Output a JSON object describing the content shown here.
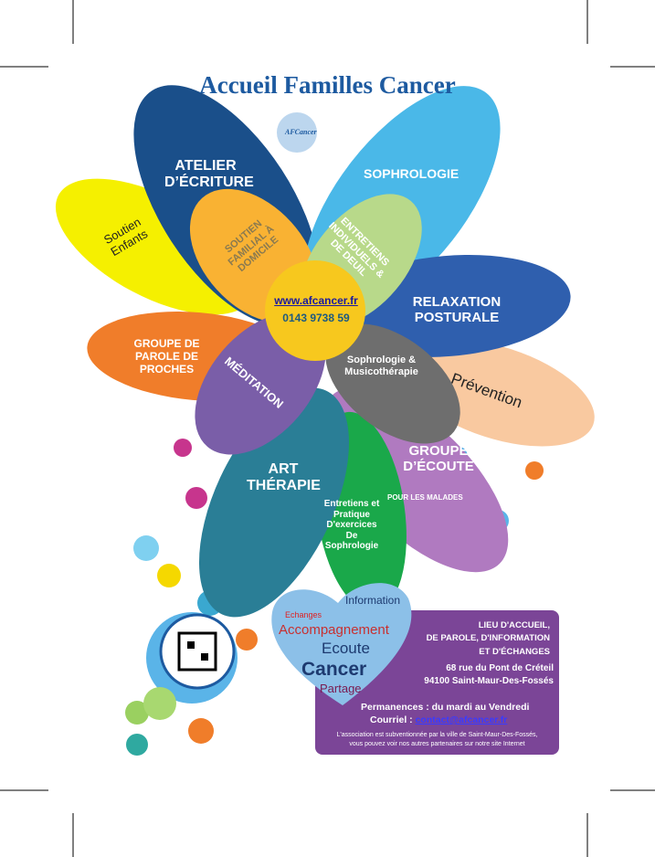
{
  "title": "Accueil Familles Cancer",
  "logo_text": "AFCancer",
  "petals": {
    "atelier": "ATELIER D’ÉCRITURE",
    "sophrologie": "SOPHROLOGIE",
    "relaxation": "RELAXATION POSTURALE",
    "prevention": "Prévention",
    "groupe_ecoute": "GROUPE D’ÉCOUTE",
    "groupe_ecoute_sub": "POUR LES MALADES",
    "entretiens_pratique": "Entretiens et Pratique D'exercices De Sophrologie",
    "art": "ART THÉRAPIE",
    "groupe_parole": "GROUPE DE PAROLE DE PROCHES",
    "enfants": "Soutien Enfants",
    "familial": "SOUTIEN FAMILIAL À DOMICILE",
    "individuels": "ENTRETIENS INDIVIDUELS & DE DEUIL",
    "meditation": "MÉDITATION",
    "musico": "Sophrologie & Musicothérapie"
  },
  "center": {
    "url": "www.afcancer.fr",
    "phone": "0143 9738 59"
  },
  "heart": {
    "w1": "Echanges",
    "w2": "Information",
    "w3": "Accompagnement",
    "w4": "Ecoute",
    "w5": "Cancer",
    "w6": "Partage"
  },
  "info": {
    "l1": "LIEU D'ACCUEIL,",
    "l2": "DE PAROLE, D'INFORMATION",
    "l3": "ET D'ÉCHANGES",
    "addr1": "68 rue du Pont de Créteil",
    "addr2": "94100 Saint-Maur-Des-Fossés",
    "perm": "Permanences : du mardi au Vendredi",
    "mail_label": "Courriel :",
    "mail": "contact@afcancer.fr",
    "note1": "L'association est subventionnée par la ville de Saint-Maur-Des-Fossés,",
    "note2": "vous pouvez voir nos autres partenaires sur notre site Internet"
  },
  "colors": {
    "title": "#1d5aa0",
    "box": "#7b4597"
  }
}
